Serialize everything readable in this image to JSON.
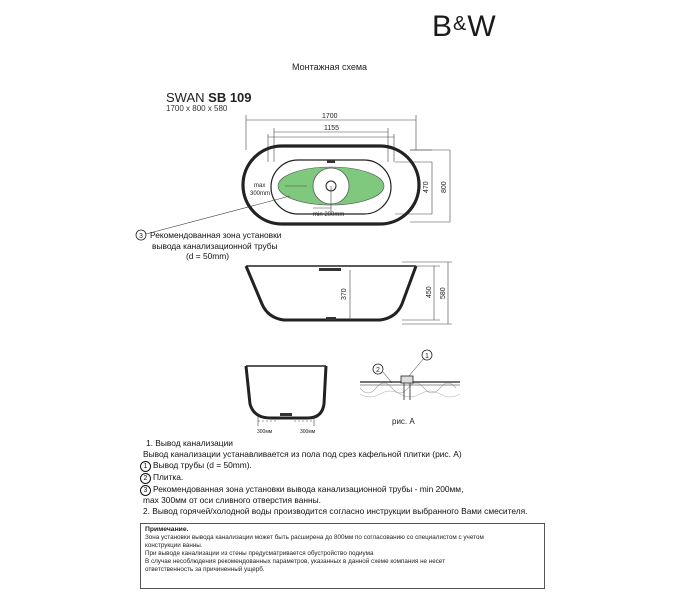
{
  "header": {
    "logo_text": "B&W",
    "logo_left": "B",
    "logo_amp": "&",
    "logo_right": "W",
    "title": "Монтажная схема"
  },
  "product": {
    "model_prefix": "SWAN",
    "model_name": "SB 109",
    "dimensions": "1700 x 800 x 580"
  },
  "top_view": {
    "length": "1700",
    "inner_length": "1155",
    "height_inner": "470",
    "width": "800",
    "max_label": "max",
    "max_value": "300mm",
    "min_label": "min 200mm",
    "zone_color": "#7fc97f"
  },
  "callout_zone": {
    "number": "3",
    "line1": "Рекомендованная зона установки",
    "line2": "вывода канализационной трубы",
    "line3": "(d = 50mm)"
  },
  "side_view": {
    "dim_370": "370",
    "dim_450": "450",
    "dim_580": "580"
  },
  "front_view": {
    "left_dim": "300мм",
    "right_dim": "300мм"
  },
  "detail": {
    "label": "рис. A",
    "callout1": "1",
    "callout2": "2"
  },
  "instructions": {
    "l1": "1. Вывод канализации",
    "l2": "Вывод канализации устанавливается из пола под срез кафельной плитки (рис. А)",
    "l3_num": "1",
    "l3": "Вывод трубы (d = 50mm).",
    "l4_num": "2",
    "l4": "Плитка.",
    "l5_num": "3",
    "l5": "Рекомендованная зона установки вывода канализационной трубы - min 200мм,",
    "l6": "max 300мм от оси сливного отверстия ванны.",
    "l7": "2. Вывод горячей/холодной воды производится согласно инструкции выбранного Вами смесителя."
  },
  "note": {
    "heading": "Примечание.",
    "l1": "Зона установки вывода канализации может быть расширена до 800мм по согласованию со специалистом с учетом",
    "l2": "конструкции ванны.",
    "l3": "При выводе канализации из стены предусматривается обустройство подиума",
    "l4": "В случае несоблюдения рекомендованных параметров, указанных в данной схеме компания не несет",
    "l5": "ответственность за причиненный ущерб."
  }
}
